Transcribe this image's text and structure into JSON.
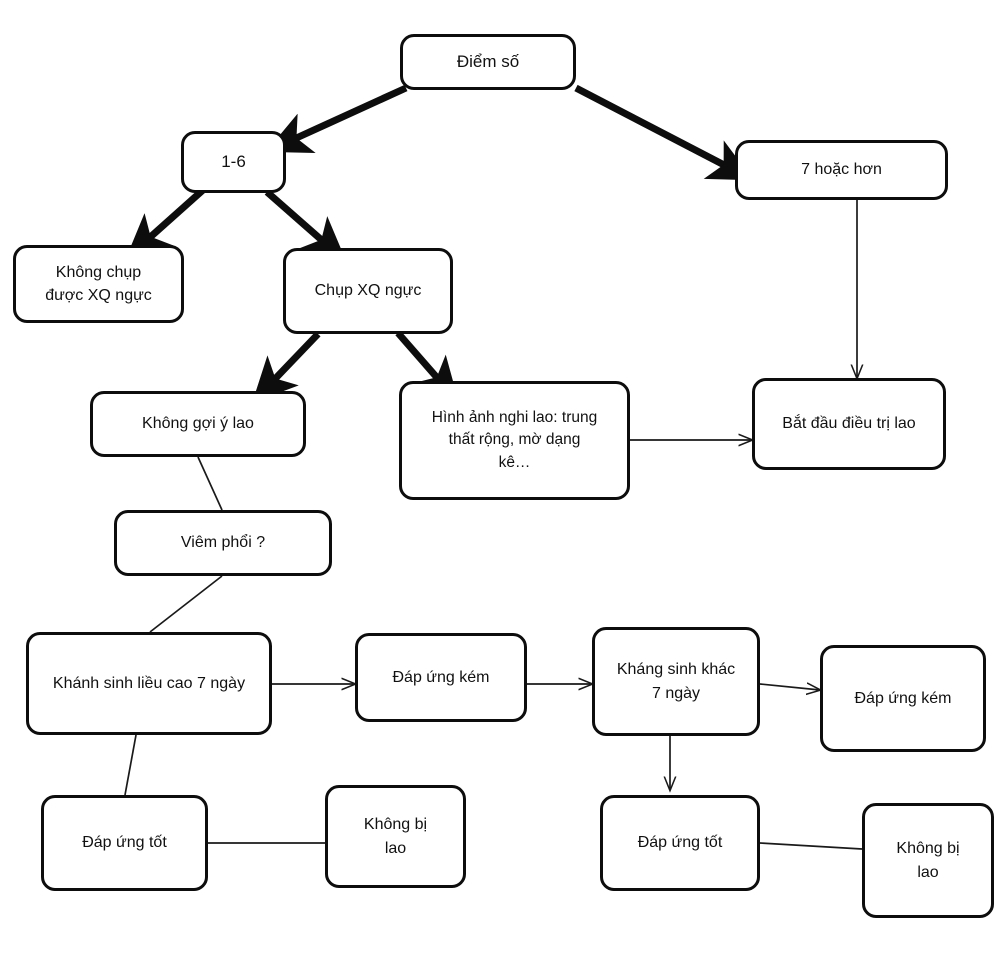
{
  "diagram": {
    "title_text": "",
    "colors": {
      "stroke": "#0d0d0d",
      "text": "#111111",
      "background": "#ffffff",
      "thin_connector": "#1a1a1a"
    },
    "nodes": [
      {
        "id": "diem-so",
        "label": "Điểm số"
      },
      {
        "id": "1-6",
        "label": "1-6"
      },
      {
        "id": "7-hoac-hon",
        "label": "7 hoặc hơn"
      },
      {
        "id": "khong-chup-duoc-xq",
        "label": "Không chụp\nđược XQ ngực"
      },
      {
        "id": "chup-xq-nguc",
        "label": "Chụp XQ ngực"
      },
      {
        "id": "khong-goi-y-lao",
        "label": "Không gợi ý lao"
      },
      {
        "id": "hinh-anh-nghi-lao",
        "label": "Hình ảnh nghi lao: trung\nthất rộng, mờ dạng\nkê…"
      },
      {
        "id": "bat-dau-dieu-tri",
        "label": "Bắt đầu điều trị lao"
      },
      {
        "id": "viem-phoi",
        "label": "Viêm phổi ?"
      },
      {
        "id": "khang-sinh-lieu-cao",
        "label": "Khánh sinh liều cao 7 ngày"
      },
      {
        "id": "dap-ung-kem-1",
        "label": "Đáp ứng kém"
      },
      {
        "id": "khang-sinh-khac",
        "label": "Kháng sinh khác\n7 ngày"
      },
      {
        "id": "dap-ung-kem-2",
        "label": "Đáp ứng kém"
      },
      {
        "id": "dap-ung-tot-1",
        "label": "Đáp ứng tốt"
      },
      {
        "id": "khong-bi-lao-1",
        "label": "Không bị\nlao"
      },
      {
        "id": "dap-ung-tot-2",
        "label": "Đáp ứng tốt"
      },
      {
        "id": "khong-bi-lao-2",
        "label": "Không bị\nlao"
      }
    ],
    "edges": [
      {
        "from": "diem-so",
        "to": "1-6",
        "style": "thick-arrow"
      },
      {
        "from": "diem-so",
        "to": "7-hoac-hon",
        "style": "thick-arrow"
      },
      {
        "from": "1-6",
        "to": "khong-chup-duoc-xq",
        "style": "thick-arrow"
      },
      {
        "from": "1-6",
        "to": "chup-xq-nguc",
        "style": "thick-arrow"
      },
      {
        "from": "chup-xq-nguc",
        "to": "khong-goi-y-lao",
        "style": "thick-arrow"
      },
      {
        "from": "chup-xq-nguc",
        "to": "hinh-anh-nghi-lao",
        "style": "thick-arrow"
      },
      {
        "from": "7-hoac-hon",
        "to": "bat-dau-dieu-tri",
        "style": "thin-arrow"
      },
      {
        "from": "hinh-anh-nghi-lao",
        "to": "bat-dau-dieu-tri",
        "style": "thin-arrow"
      },
      {
        "from": "khong-goi-y-lao",
        "to": "viem-phoi",
        "style": "thin-line"
      },
      {
        "from": "viem-phoi",
        "to": "khang-sinh-lieu-cao",
        "style": "thin-line"
      },
      {
        "from": "khang-sinh-lieu-cao",
        "to": "dap-ung-kem-1",
        "style": "thin-arrow"
      },
      {
        "from": "dap-ung-kem-1",
        "to": "khang-sinh-khac",
        "style": "thin-arrow"
      },
      {
        "from": "khang-sinh-khac",
        "to": "dap-ung-kem-2",
        "style": "thin-arrow"
      },
      {
        "from": "khang-sinh-lieu-cao",
        "to": "dap-ung-tot-1",
        "style": "thin-line"
      },
      {
        "from": "dap-ung-tot-1",
        "to": "khong-bi-lao-1",
        "style": "thin-line"
      },
      {
        "from": "khang-sinh-khac",
        "to": "dap-ung-tot-2",
        "style": "thin-arrow"
      },
      {
        "from": "dap-ung-tot-2",
        "to": "khong-bi-lao-2",
        "style": "thin-line"
      }
    ]
  }
}
